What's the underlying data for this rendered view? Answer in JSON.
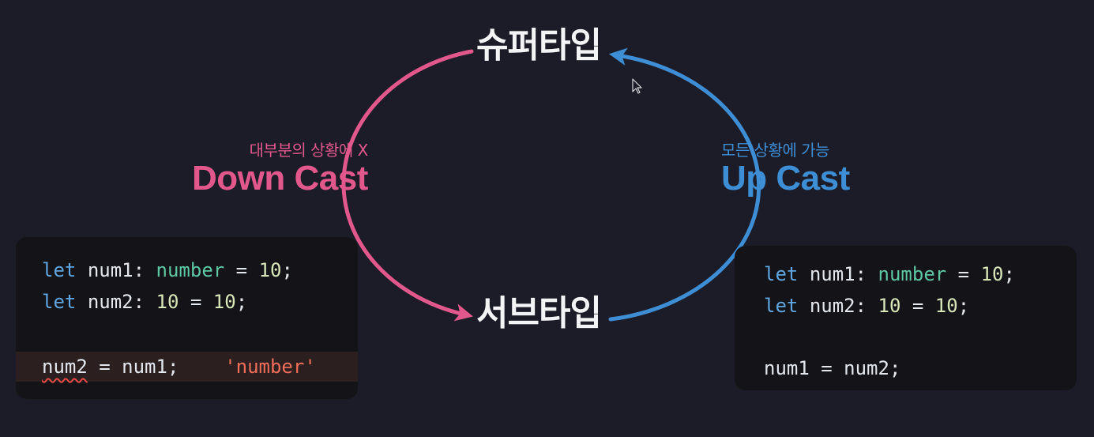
{
  "nodes": {
    "supertype": "슈퍼타입",
    "subtype": "서브타입"
  },
  "down_cast": {
    "note": "대부분의 상황에 X",
    "title": "Down Cast",
    "color": "#e2588c"
  },
  "up_cast": {
    "note": "모든 상황에 가능",
    "title": "Up Cast",
    "color": "#3e8ed6"
  },
  "left_code": {
    "line1": {
      "kw": "let",
      "var": "num1",
      "colon": ":",
      "type": "number",
      "eq": "=",
      "val": "10",
      "semi": ";"
    },
    "line2": {
      "kw": "let",
      "var": "num2",
      "colon": ":",
      "type": "10",
      "eq": "=",
      "val": "10",
      "semi": ";"
    },
    "line3": {
      "lhs": "num2",
      "rest": " = num1;",
      "hint": "'number'"
    }
  },
  "right_code": {
    "line1": {
      "kw": "let",
      "var": "num1",
      "colon": ":",
      "type": "number",
      "eq": "=",
      "val": "10",
      "semi": ";"
    },
    "line2": {
      "kw": "let",
      "var": "num2",
      "colon": ":",
      "type": "10",
      "eq": "=",
      "val": "10",
      "semi": ";"
    },
    "line3": {
      "stmt": "num1 = num2;"
    }
  }
}
